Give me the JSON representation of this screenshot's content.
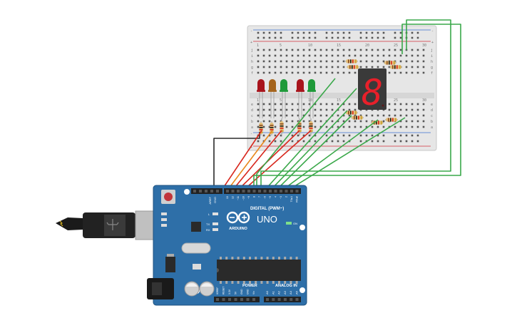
{
  "arduino": {
    "brand": "ARDUINO",
    "model": "UNO",
    "on_label": "ON",
    "digital_header": "DIGITAL (PWM~)",
    "power_header": "POWER",
    "analog_header": "ANALOG IN",
    "aref": "AREF",
    "gnd": "GND",
    "digital_pins": [
      "13",
      "12",
      "~11",
      "~10",
      "~9",
      "8",
      "7",
      "~6",
      "~5",
      "4",
      "~3",
      "2",
      "TX▸1",
      "RX◂0"
    ],
    "power_pins": [
      "IOREF",
      "RESET",
      "3.3V",
      "5V",
      "GND",
      "GND",
      "Vin"
    ],
    "analog_pins": [
      "A0",
      "A1",
      "A2",
      "A3",
      "A4",
      "A5"
    ],
    "l_label": "L",
    "tx_label": "TX",
    "rx_label": "RX",
    "board_color": "#2e6fa8",
    "header_color": "#222222"
  },
  "breadboard": {
    "row_letters_top": [
      "j",
      "i",
      "h",
      "g",
      "f"
    ],
    "row_letters_bottom": [
      "e",
      "d",
      "c",
      "b",
      "a"
    ],
    "column_numbers": [
      "1",
      "5",
      "10",
      "15",
      "20",
      "25",
      "30"
    ],
    "plus_label": "+",
    "minus_label": "-"
  },
  "display": {
    "digit": "8",
    "segment_color": "#e8202a"
  },
  "leds": [
    {
      "color": "#a8141c"
    },
    {
      "color": "#a5641c"
    },
    {
      "color": "#1f9a3a"
    },
    {
      "color": "#a8141c"
    },
    {
      "color": "#1f9a3a"
    }
  ],
  "wire_colors": {
    "black": "#2a2a2a",
    "red": "#d8261c",
    "orange": "#e8881c",
    "green": "#3aa84a"
  }
}
